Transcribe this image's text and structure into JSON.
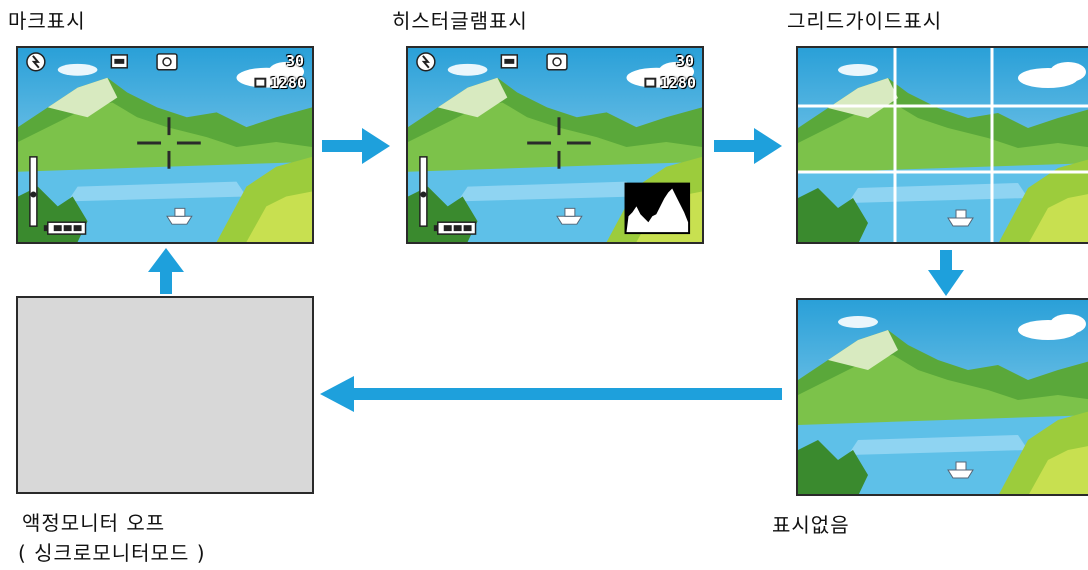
{
  "labels": {
    "mark_display": "마크표시",
    "histogram_display": "히스터글램표시",
    "grid_guide_display": "그리드가이드표시",
    "no_display": "표시없음",
    "lcd_off_line1": "액정모니터 오프",
    "lcd_off_line2": "( 싱크로모니터모드 )"
  },
  "overlay": {
    "shots_remaining": "30",
    "resolution": "1280"
  },
  "colors": {
    "arrow": "#1ea0dc",
    "sky_top": "#2aa0d8",
    "sky_bottom": "#9ed8f0",
    "water": "#5ec0e8",
    "mountain": "#5aa83a",
    "grass": "#9ccc3c",
    "grid_line": "#ffffff",
    "off_panel": "#d8d8d8"
  }
}
